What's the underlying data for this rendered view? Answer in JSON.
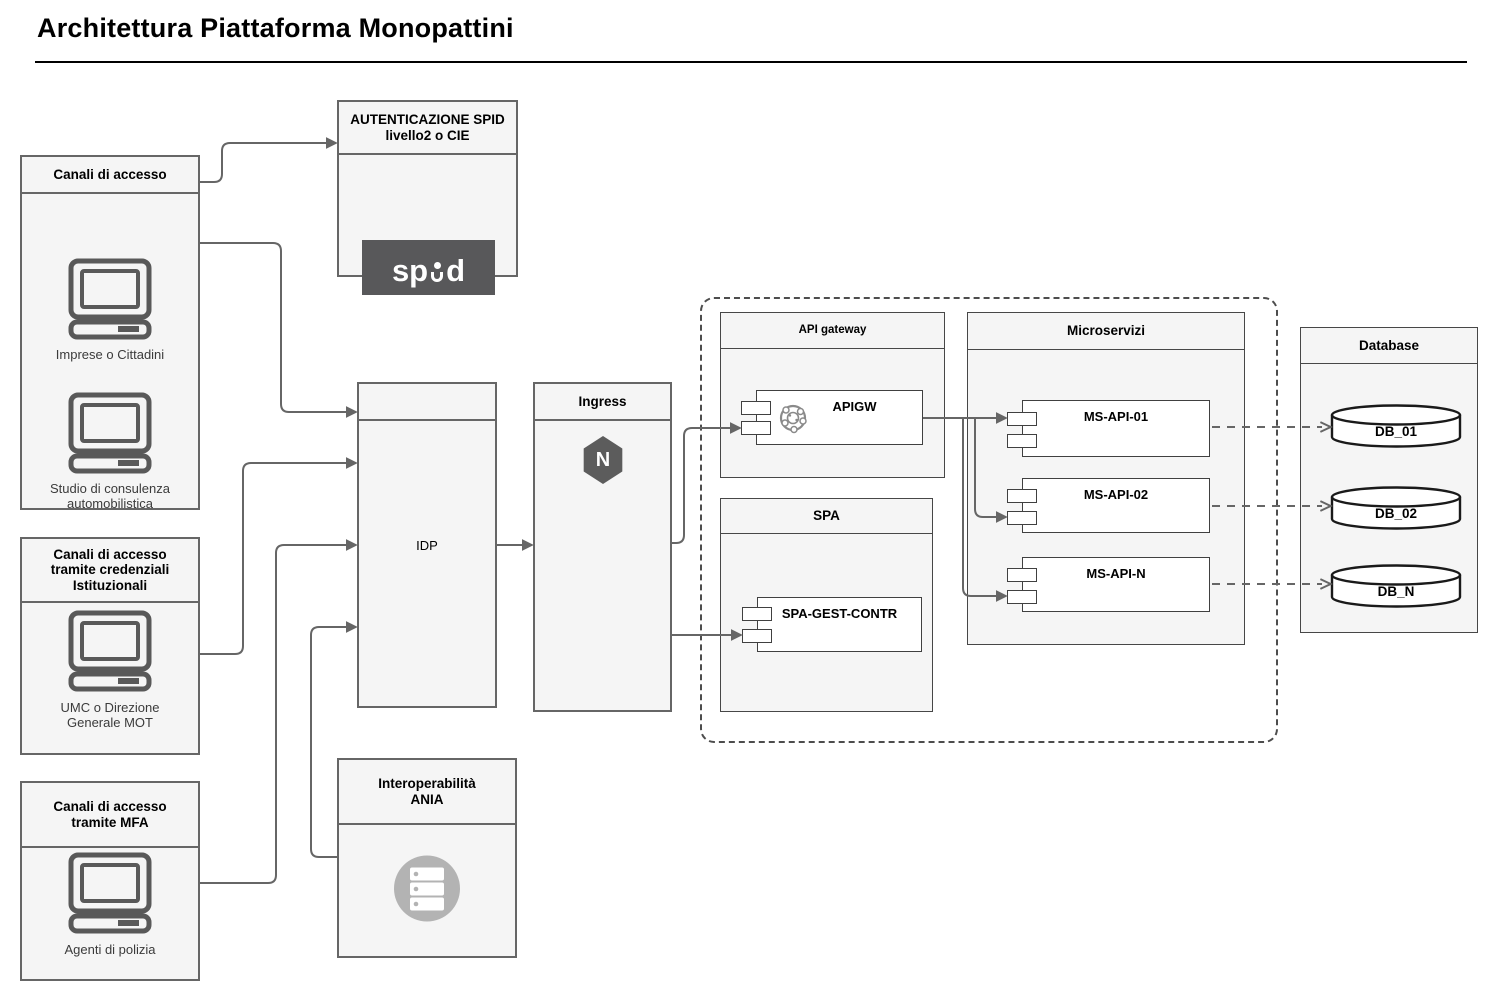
{
  "title": "Architettura Piattaforma Monopattini",
  "colors": {
    "frame_fill": "#f5f5f5",
    "frame_border": "#666666",
    "connector": "#666666",
    "icon_gray": "#595959",
    "spid_bg": "#58585a",
    "ania_circle": "#b3b3b3",
    "component_fill": "#ffffff",
    "component_border": "#404040"
  },
  "nodes": {
    "canali_accesso": {
      "title": "Canali di accesso",
      "items": [
        {
          "icon": "desktop-computer-icon",
          "label": "Imprese o Cittadini"
        },
        {
          "icon": "desktop-computer-icon",
          "label": "Studio di consulenza automobilistica"
        }
      ]
    },
    "canali_istituzionali": {
      "title": "Canali di accesso tramite credenziali Istituzionali",
      "items": [
        {
          "icon": "desktop-computer-icon",
          "label": "UMC o Direzione Generale MOT"
        }
      ]
    },
    "canali_mfa": {
      "title": "Canali di accesso tramite MFA",
      "items": [
        {
          "icon": "desktop-computer-icon",
          "label": "Agenti di polizia"
        }
      ]
    },
    "autenticazione": {
      "title": "AUTENTICAZIONE SPID livello2 o CIE",
      "logo": "spid-logo",
      "logo_left": "sp",
      "logo_right": "d"
    },
    "idp": {
      "label": "IDP"
    },
    "ingress": {
      "title": "Ingress",
      "icon": "nginx-icon",
      "icon_letter": "N"
    },
    "api_gateway": {
      "title": "API gateway",
      "component": "APIGW",
      "component_icon": "gateway-mesh-icon"
    },
    "spa": {
      "title": "SPA",
      "component": "SPA-GEST-CONTR"
    },
    "microservizi": {
      "title": "Microservizi",
      "components": [
        "MS-API-01",
        "MS-API-02",
        "MS-API-N"
      ]
    },
    "database": {
      "title": "Database",
      "cylinders": [
        "DB_01",
        "DB_02",
        "DB_N"
      ]
    },
    "ania": {
      "title": "Interoperabilità ANIA",
      "icon": "server-stack-icon"
    }
  }
}
